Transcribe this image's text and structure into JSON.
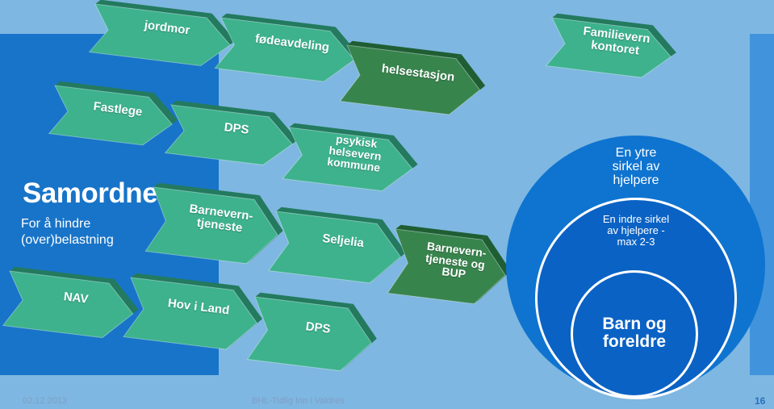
{
  "colors": {
    "background": "#7eb7e1",
    "left_panel": "#1874c8",
    "arrow_light": "#3db28d",
    "arrow_light_side": "#237a5e",
    "arrow_dark": "#38844d",
    "arrow_dark_side": "#1f5e33",
    "circle": "#0a62c4"
  },
  "heading": {
    "title": "Samordne",
    "subtitle_line1": "For å hindre",
    "subtitle_line2": "(over)belastning"
  },
  "arrows": [
    {
      "id": "jordmor",
      "line1": "jordmor",
      "line2": "",
      "line3": "",
      "shade": "light"
    },
    {
      "id": "fodeavdeling",
      "line1": "fødeavdeling",
      "line2": "",
      "line3": "",
      "shade": "light"
    },
    {
      "id": "helsestasjon",
      "line1": "helsestasjon",
      "line2": "",
      "line3": "",
      "shade": "dark"
    },
    {
      "id": "familievern",
      "line1": "Familievern",
      "line2": "kontoret",
      "line3": "",
      "shade": "light"
    },
    {
      "id": "fastlege",
      "line1": "Fastlege",
      "line2": "",
      "line3": "",
      "shade": "light"
    },
    {
      "id": "dps-top",
      "line1": "DPS",
      "line2": "",
      "line3": "",
      "shade": "light"
    },
    {
      "id": "psykisk",
      "line1": "psykisk",
      "line2": "helsevern",
      "line3": "kommune",
      "shade": "light"
    },
    {
      "id": "barnevern",
      "line1": "Barnevern-",
      "line2": "tjeneste",
      "line3": "",
      "shade": "light"
    },
    {
      "id": "seljelia",
      "line1": "Seljelia",
      "line2": "",
      "line3": "",
      "shade": "light"
    },
    {
      "id": "barnevern-bup",
      "line1": "Barnevern-",
      "line2": "tjeneste og",
      "line3": "BUP",
      "shade": "dark"
    },
    {
      "id": "nav",
      "line1": "NAV",
      "line2": "",
      "line3": "",
      "shade": "light"
    },
    {
      "id": "hov",
      "line1": "Hov i Land",
      "line2": "",
      "line3": "",
      "shade": "light"
    },
    {
      "id": "dps-bottom",
      "line1": "DPS",
      "line2": "",
      "line3": "",
      "shade": "light"
    }
  ],
  "circles": {
    "outer": "En ytre\nsirkel  av\nhjelpere",
    "middle": "En indre sirkel\nav hjelpere -\nmax 2-3",
    "inner": "Barn og\nforeldre"
  },
  "footer": {
    "date": "02.12.2013",
    "center": "BHL-Tidlig Inn i Valdres",
    "page": "16"
  }
}
